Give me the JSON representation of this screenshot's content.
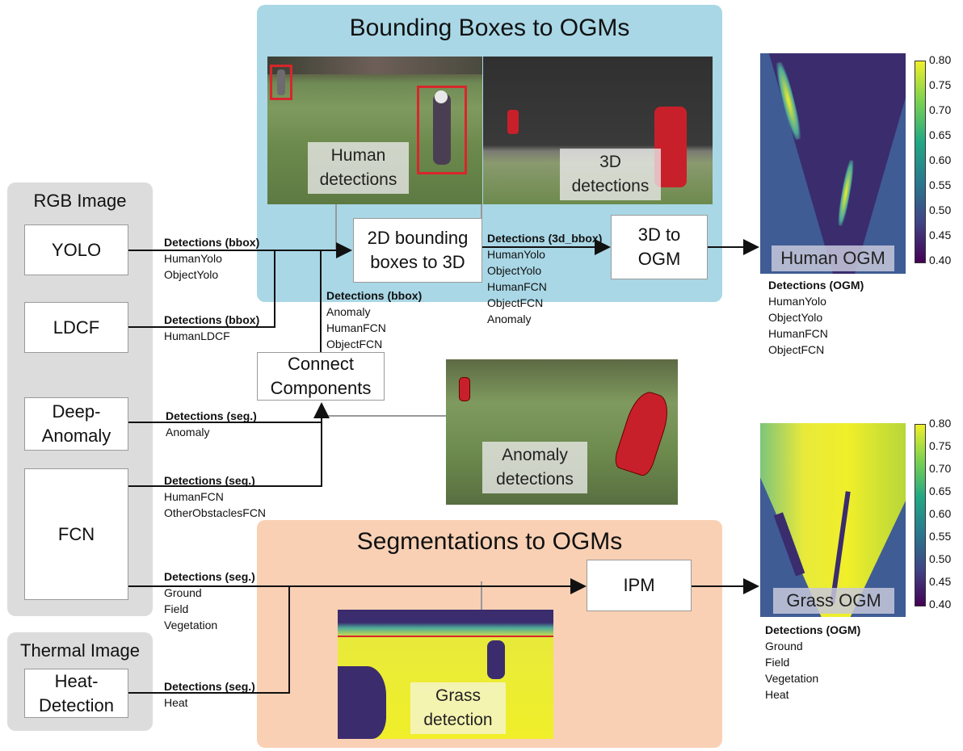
{
  "panels": {
    "bbox": {
      "title": "Bounding Boxes to OGMs"
    },
    "seg": {
      "title": "Segmentations to OGMs"
    },
    "rgb": {
      "title": "RGB Image"
    },
    "thermal": {
      "title": "Thermal Image"
    }
  },
  "nodes": {
    "yolo": "YOLO",
    "ldcf": "LDCF",
    "deep_anomaly_1": "Deep-",
    "deep_anomaly_2": "Anomaly",
    "fcn": "FCN",
    "heat_1": "Heat-",
    "heat_2": "Detection",
    "connect_1": "Connect",
    "connect_2": "Components",
    "bb3d_1": "2D bounding",
    "bb3d_2": "boxes to 3D",
    "ogm_1": "3D to",
    "ogm_2": "OGM",
    "ipm": "IPM"
  },
  "image_labels": {
    "human_1": "Human",
    "human_2": "detections",
    "det3d_1": "3D",
    "det3d_2": "detections",
    "anomaly_1": "Anomaly",
    "anomaly_2": "detections",
    "grass_1": "Grass",
    "grass_2": "detection",
    "human_ogm": "Human OGM",
    "grass_ogm": "Grass  OGM"
  },
  "edge_labels": {
    "yolo": {
      "title": "Detections (bbox)",
      "items": [
        "HumanYolo",
        "ObjectYolo"
      ]
    },
    "ldcf": {
      "title": "Detections (bbox)",
      "items": [
        "HumanLDCF"
      ]
    },
    "connect": {
      "title": "Detections (bbox)",
      "items": [
        "Anomaly",
        "HumanFCN",
        "ObjectFCN"
      ]
    },
    "bb3d": {
      "title": "Detections (3d_bbox)",
      "items": [
        "HumanYolo",
        "ObjectYolo",
        "HumanFCN",
        "ObjectFCN",
        "Anomaly"
      ]
    },
    "anomaly": {
      "title": "Detections (seg.)",
      "items": [
        "Anomaly"
      ]
    },
    "fcn_top": {
      "title": "Detections (seg.)",
      "items": [
        "HumanFCN",
        "OtherObstaclesFCN"
      ]
    },
    "fcn_bottom": {
      "title": "Detections (seg.)",
      "items": [
        "Ground",
        "Field",
        "Vegetation"
      ]
    },
    "heat": {
      "title": "Detections (seg.)",
      "items": [
        "Heat"
      ]
    },
    "human_ogm": {
      "title": "Detections (OGM)",
      "items": [
        "HumanYolo",
        "ObjectYolo",
        "HumanFCN",
        "ObjectFCN"
      ]
    },
    "grass_ogm": {
      "title": "Detections (OGM)",
      "items": [
        "Ground",
        "Field",
        "Vegetation",
        "Heat"
      ]
    }
  },
  "colorbar_ticks": [
    "0.80",
    "0.75",
    "0.70",
    "0.65",
    "0.60",
    "0.55",
    "0.50",
    "0.45",
    "0.40"
  ],
  "colors": {
    "bbox_panel": "#a9d7e6",
    "seg_panel": "#f9d0b4",
    "source_panel": "#dcdcdc",
    "viridis_dark": "#3b2c6e",
    "viridis_yellow": "#f0ef2a",
    "bbox_red": "#d8262c"
  }
}
